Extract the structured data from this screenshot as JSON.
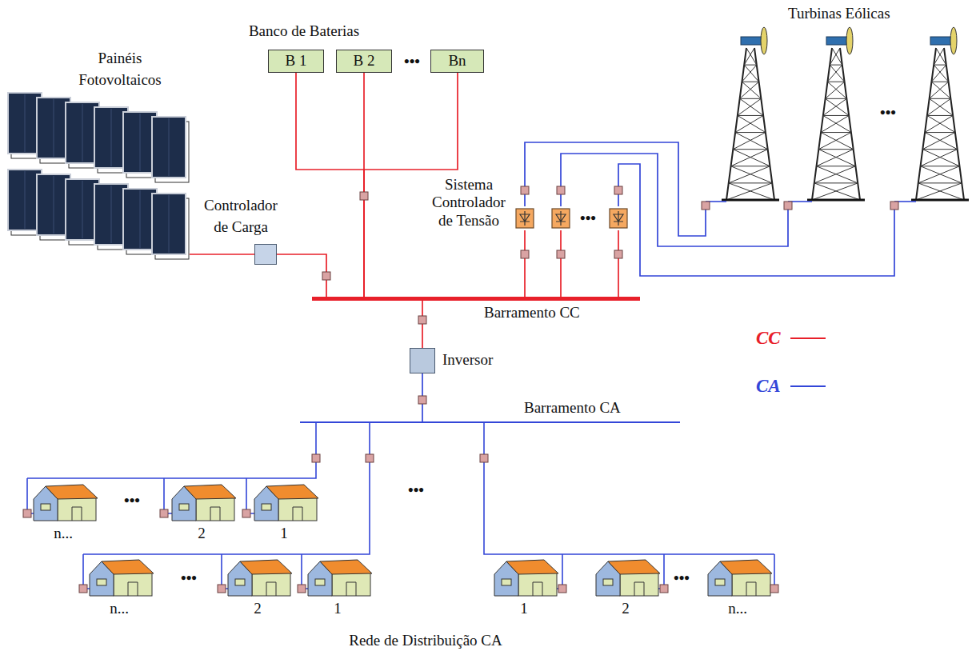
{
  "diagram": {
    "nodes": [
      {
        "text": [
          "Painéis Fotovoltaicos"
        ]
      },
      {
        "text": [
          "Controlador de Carga"
        ]
      },
      {
        "text": [
          "Banco de Baterias"
        ]
      },
      {
        "text": [
          "B 1"
        ],
        "in": 2
      },
      {
        "text": [
          "B 2"
        ],
        "in": 2
      },
      {
        "text": [
          "Bn"
        ],
        "in": 2
      },
      {
        "text": [
          "Sistema Controlador de Tensão"
        ]
      },
      {
        "text": [
          "Turbinas Eólicas"
        ]
      },
      {
        "text": [
          "Barramento CC"
        ]
      },
      {
        "text": [
          "Inversor"
        ]
      },
      {
        "text": [
          "Barramento CA"
        ]
      }
    ],
    "edges": [
      {
        "from": 0,
        "to": 1,
        "arrow": "none"
      },
      {
        "from": 1,
        "to": 8,
        "arrow": "none"
      },
      {
        "from": 3,
        "to": 8,
        "arrow": "none"
      },
      {
        "from": 4,
        "to": 8,
        "arrow": "none"
      },
      {
        "from": 5,
        "to": 8,
        "arrow": "none"
      },
      {
        "from": 7,
        "to": 6,
        "arrow": "none"
      },
      {
        "from": 7,
        "to": 6,
        "arrow": "none"
      },
      {
        "from": 7,
        "to": 6,
        "arrow": "none"
      },
      {
        "from": 6,
        "to": 8,
        "arrow": "none"
      },
      {
        "from": 6,
        "to": 8,
        "arrow": "none"
      },
      {
        "from": 6,
        "to": 8,
        "arrow": "none"
      },
      {
        "from": 8,
        "to": 9,
        "arrow": "none"
      },
      {
        "from": 9,
        "to": 10,
        "arrow": "none"
      }
    ],
    "labels": [
      "•••",
      "•••",
      "•••",
      "•••",
      "n...",
      "2",
      "1",
      "•••",
      "n...",
      "2",
      "1",
      "1",
      "2",
      "n...",
      "•••",
      "•••",
      "Rede de Distribuição CA"
    ],
    "legend": [
      {
        "text": "CC"
      },
      {
        "text": "CA"
      }
    ]
  }
}
